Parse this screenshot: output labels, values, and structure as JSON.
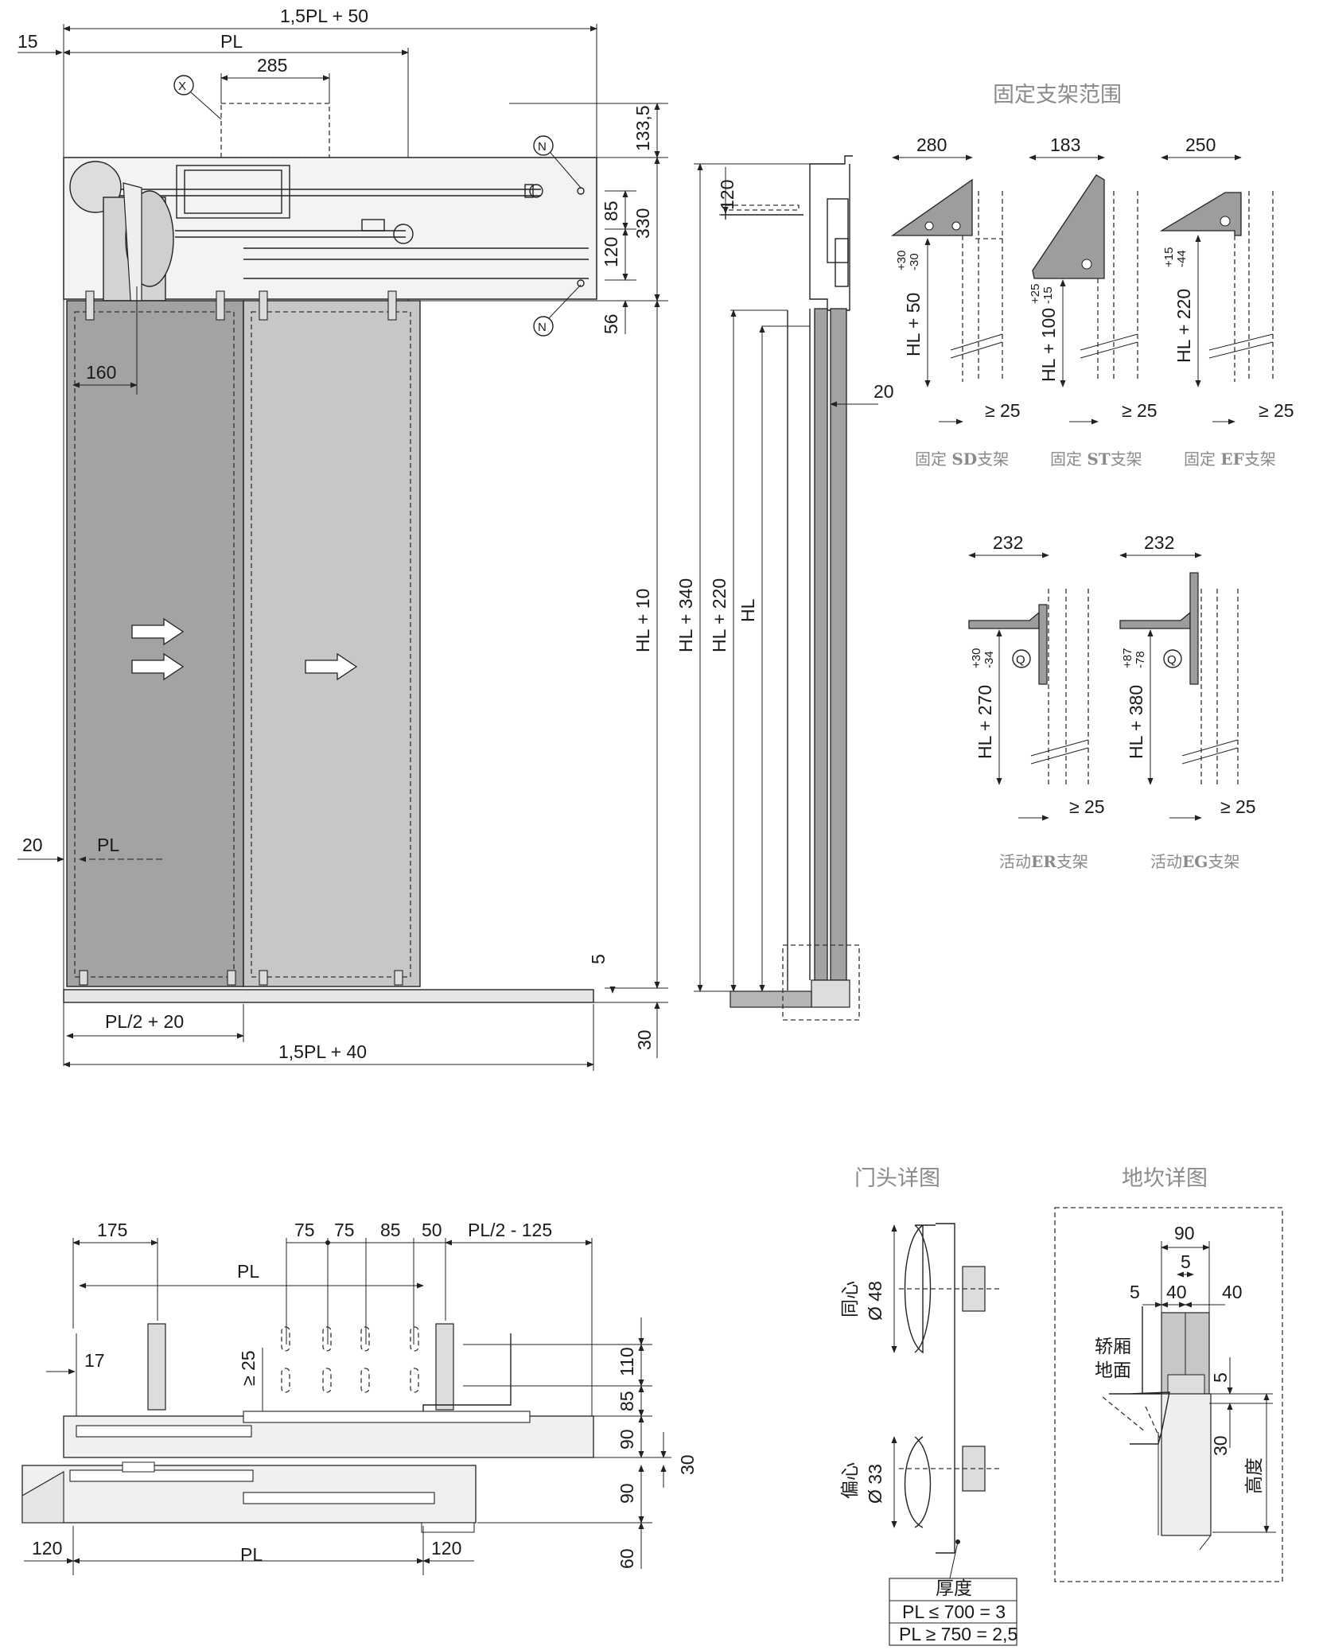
{
  "front_view": {
    "dims": {
      "overall_top": "1,5PL + 50",
      "left_offset": "15",
      "pl_top": "PL",
      "box_width": "285",
      "marker_x": "X",
      "marker_n_top": "N",
      "marker_n_bottom": "N",
      "h_133": "133,5",
      "h_85": "85",
      "h_330": "330",
      "h_120": "120",
      "h_56": "56",
      "w_160": "160",
      "hl10": "HL + 10",
      "w_20": "20",
      "pl_mid": "PL",
      "h_5": "5",
      "pl_half": "PL/2 + 20",
      "overall_bottom": "1,5PL + 40",
      "h_30": "30"
    }
  },
  "side_view": {
    "dims": {
      "h_120": "120",
      "hl340": "HL + 340",
      "hl220": "HL + 220",
      "hl": "HL",
      "w_20": "20"
    }
  },
  "bracket_range": {
    "title": "固定支架范围",
    "brackets": [
      {
        "width": "280",
        "tol_up": "+30",
        "tol_down": "-30",
        "height": "HL + 50",
        "gap": "≥ 25",
        "cap_pre": "固定 ",
        "cap_code": "SD",
        "cap_post": "支架"
      },
      {
        "width": "183",
        "tol_up": "+25",
        "tol_down": "-15",
        "height": "HL + 100",
        "gap": "≥ 25",
        "cap_pre": "固定 ",
        "cap_code": "ST",
        "cap_post": "支架"
      },
      {
        "width": "250",
        "tol_up": "+15",
        "tol_down": "-44",
        "height": "HL + 220",
        "gap": "≥ 25",
        "cap_pre": "固定 ",
        "cap_code": "EF",
        "cap_post": "支架"
      },
      {
        "width": "232",
        "tol_up": "+30",
        "tol_down": "-34",
        "height": "HL + 270",
        "gap": "≥ 25",
        "marker": "Q",
        "cap_pre": "活动",
        "cap_code": "ER",
        "cap_post": "支架"
      },
      {
        "width": "232",
        "tol_up": "+87",
        "tol_down": "-78",
        "height": "HL + 380",
        "gap": "≥ 25",
        "marker": "Q",
        "cap_pre": "活动",
        "cap_code": "EG",
        "cap_post": "支架"
      }
    ]
  },
  "top_view": {
    "dims": {
      "d175": "175",
      "d75a": "75",
      "d75b": "75",
      "d85": "85",
      "d50": "50",
      "pl_half": "PL/2 - 125",
      "pl": "PL",
      "ge25": "≥ 25",
      "d17": "17",
      "h110": "110",
      "h85": "85",
      "h90a": "90",
      "h30": "30",
      "h90b": "90",
      "h60": "60",
      "b120a": "120",
      "b_pl": "PL",
      "b120b": "120"
    }
  },
  "door_head": {
    "title": "门头详图",
    "concentric": "同心",
    "conc_dia": "Ø 48",
    "eccentric": "偏心",
    "ecc_dia": "Ø 33",
    "table_header": "厚度",
    "row1": "PL ≤ 700 = 3",
    "row2": "PL ≥ 750 = 2,5"
  },
  "sill": {
    "title": "地坎详图",
    "d90": "90",
    "d5a": "5",
    "d5b": "5",
    "d40a": "40",
    "d40b": "40",
    "floor1": "轿厢",
    "floor2": "地面",
    "d5c": "5",
    "d30": "30",
    "height": "高度"
  }
}
